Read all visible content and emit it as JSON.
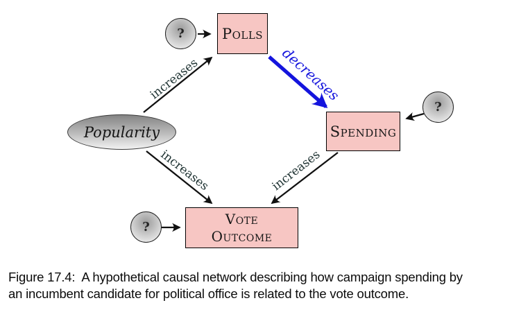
{
  "nodes": {
    "popularity": "Popularity",
    "polls": "Polls",
    "spending": "Spending",
    "vote_line1": "Vote",
    "vote_line2": "Outcome",
    "unknown": "?"
  },
  "edges": {
    "popularity_polls": "increases",
    "popularity_vote": "increases",
    "spending_vote": "increases",
    "polls_spending": "decreases"
  },
  "colors": {
    "node_fill": "#f7c6c3",
    "node_border": "#000000",
    "black_arrow": "#111111",
    "blue_arrow": "#1414dd",
    "edge_label": "#1d3131",
    "ellipse_top": "#848484",
    "ellipse_bottom": "#f2f2f2"
  },
  "caption": {
    "label": "Figure 17.4:",
    "line1": "A hypothetical causal network describing how campaign spending by",
    "line2": "an incumbent candidate for political office is related to the vote outcome."
  }
}
